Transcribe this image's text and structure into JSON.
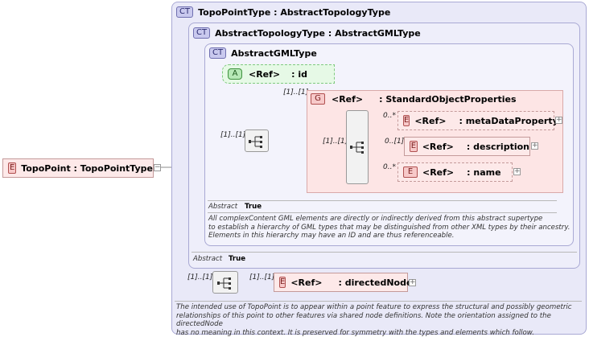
{
  "root_element": {
    "badge": "E",
    "label": "TopoPoint : TopoPointType"
  },
  "complex_types": [
    {
      "badge": "CT",
      "label": "TopoPointType : AbstractTopologyType"
    },
    {
      "badge": "CT",
      "label": "AbstractTopologyType : AbstractGMLType"
    },
    {
      "badge": "CT",
      "label": "AbstractGMLType"
    }
  ],
  "attribute": {
    "badge": "A",
    "ref": "<Ref>",
    "name": ": id"
  },
  "group": {
    "badge": "G",
    "cardinality": "[1]..[1]",
    "ref": "<Ref>",
    "name": ": StandardObjectProperties"
  },
  "sequence_cardinality_outer": "[1]..[1]",
  "sequence_cardinality_inner": "[1]..[1]",
  "group_elements": [
    {
      "card": "0..*",
      "badge": "E",
      "ref": "<Ref>",
      "name": ": metaDataProperty"
    },
    {
      "card": "0..[1]",
      "badge": "E",
      "ref": "<Ref>",
      "name": ": description"
    },
    {
      "card": "0..*",
      "badge": "E",
      "ref": "<Ref>",
      "name": ": name"
    }
  ],
  "abstract_gml": {
    "prop_label": "Abstract",
    "prop_value": "True",
    "doc": [
      "All complexContent GML elements are directly or indirectly derived from this abstract supertype",
      "to establish a hierarchy of GML types that may be distinguished from other XML types by their ancestry.",
      "Elements in this hierarchy may have an ID and are thus referenceable."
    ]
  },
  "abstract_topology": {
    "prop_label": "Abstract",
    "prop_value": "True"
  },
  "directed_node": {
    "seq_card": "[1]..[1]",
    "elem_card": "[1]..[1]",
    "badge": "E",
    "ref": "<Ref>",
    "name": ": directedNode"
  },
  "topo_point_doc": [
    "The intended use of TopoPoint is to appear within a point feature to express the structural and possibly geometric",
    "relationships of this point to other features via shared node definitions. Note the orientation assigned to the directedNode",
    "has no meaning in this context. It is preserved for symmetry with the types and elements which follow."
  ],
  "colors": {
    "ct_border": "#a9a9d4",
    "element_fill": "#fde9e9",
    "attribute_fill": "#e6f9e6",
    "group_fill": "#fde5e5"
  }
}
